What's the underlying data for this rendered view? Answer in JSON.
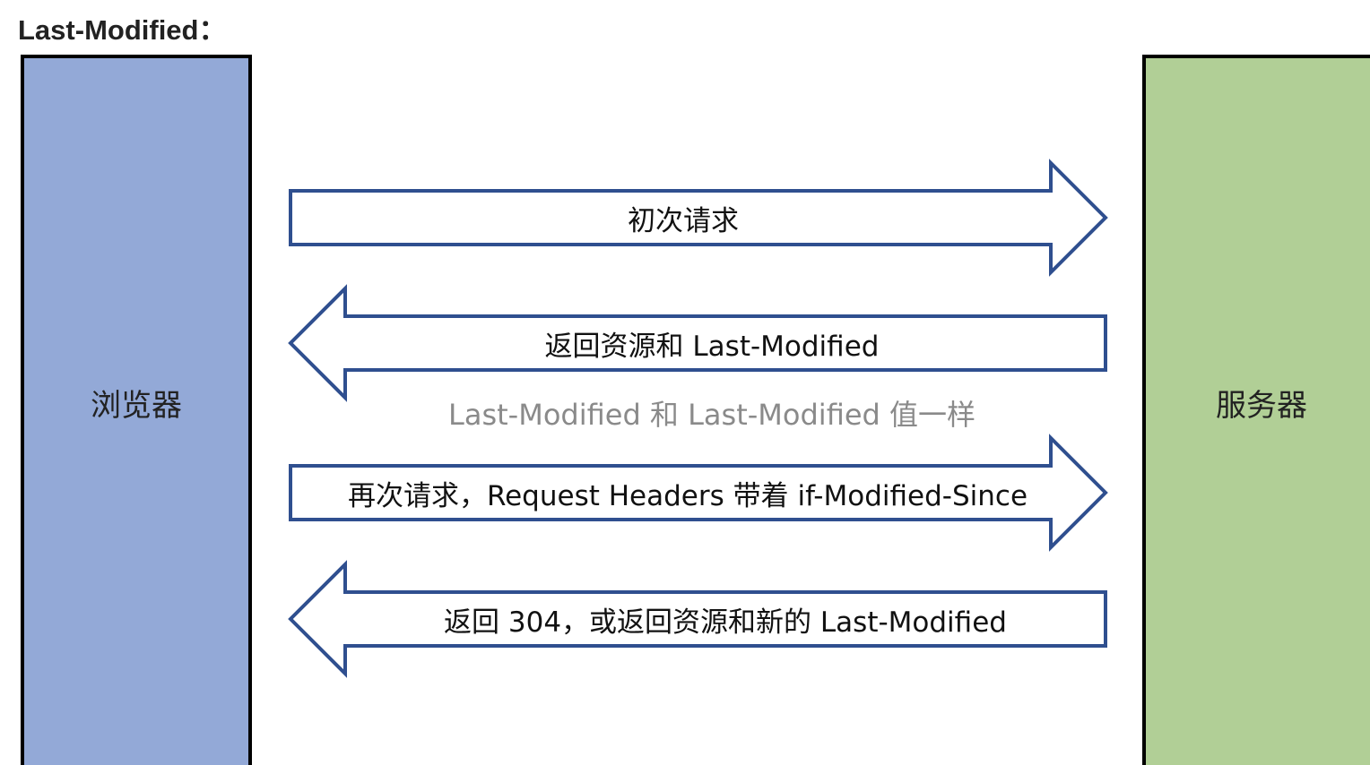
{
  "heading": "Last-Modified：",
  "actors": {
    "browser": "浏览器",
    "server": "服务器"
  },
  "arrows": [
    {
      "direction": "right",
      "label": "初次请求"
    },
    {
      "direction": "left",
      "label": "返回资源和 Last-Modified"
    },
    {
      "direction": "right",
      "label": "再次请求，Request Headers 带着 if-Modified-Since"
    },
    {
      "direction": "left",
      "label": "返回 304，或返回资源和新的 Last-Modified"
    }
  ],
  "note": "Last-Modified 和 Last-Modified 值一样",
  "colors": {
    "browser_fill": "#93a9d7",
    "server_fill": "#b1cf96",
    "arrow_stroke": "#2f4f8f",
    "note_text": "#8a8a8a"
  }
}
